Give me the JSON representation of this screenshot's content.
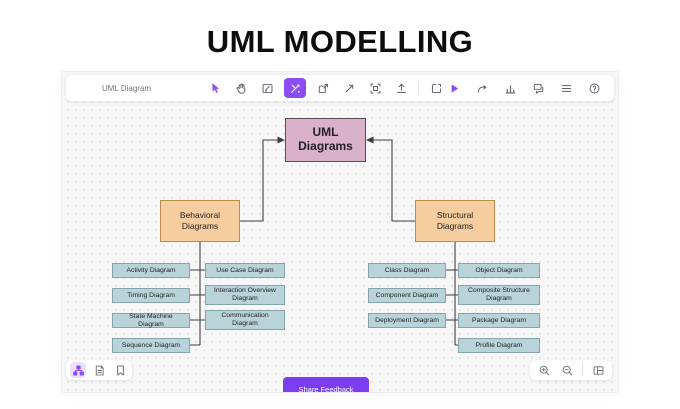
{
  "page": {
    "title": "UML MODELLING"
  },
  "app": {
    "toolbar": {
      "document_name": "UML Diagram",
      "tool_icons": [
        "select-cursor",
        "hand-tool",
        "sticky-note",
        "tools",
        "export-frame",
        "connector-arrow",
        "frame",
        "upload",
        "insert-shape"
      ],
      "action_icons": [
        "present",
        "share-arrow",
        "chart",
        "comments",
        "list",
        "help"
      ]
    },
    "footer": {
      "share_feedback_label": "Share Feedback",
      "left_icons": [
        "sitemap",
        "document",
        "bookmark"
      ],
      "right_icons": [
        "zoom-in",
        "zoom-out",
        "minimap"
      ]
    }
  },
  "diagram": {
    "root_label": "UML Diagrams",
    "branches": [
      {
        "label": "Behavioral Diagrams",
        "left_children": [
          "Activity Diagram",
          "Timing Diagram",
          "State Machine Diagram",
          "Sequence Diagram"
        ],
        "right_children": [
          "Use Case Diagram",
          "Interaction Overview Diagram",
          "Communication Diagram"
        ]
      },
      {
        "label": "Structural Diagrams",
        "left_children": [
          "Class Diagram",
          "Component Diagram",
          "Deployment Diagram"
        ],
        "right_children": [
          "Object Diagram",
          "Composite Structure Diagram",
          "Package Diagram",
          "Profile Diagram"
        ]
      }
    ]
  },
  "colors": {
    "accent_purple": "#8b4bf5",
    "root_fill": "#d9b1c8",
    "branch_fill": "#f6cd9e",
    "child_fill": "#b9d3da",
    "connector": "#3f3f3f"
  }
}
